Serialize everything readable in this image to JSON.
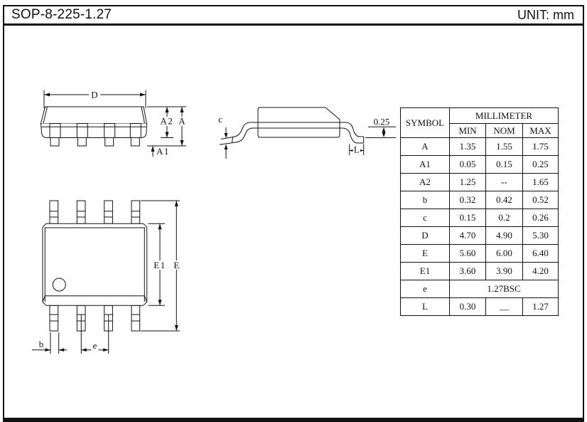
{
  "page": {
    "title": "SOP-8-225-1.27",
    "unit": "UNIT: mm"
  },
  "table": {
    "header": {
      "symbol": "SYMBOL",
      "millimeter": "MILLIMETER",
      "min": "MIN",
      "nom": "NOM",
      "max": "MAX"
    },
    "rows": [
      {
        "symbol": "A",
        "min": "1.35",
        "nom": "1.55",
        "max": "1.75"
      },
      {
        "symbol": "A1",
        "min": "0.05",
        "nom": "0.15",
        "max": "0.25"
      },
      {
        "symbol": "A2",
        "min": "1.25",
        "nom": "--",
        "max": "1.65"
      },
      {
        "symbol": "b",
        "min": "0.32",
        "nom": "0.42",
        "max": "0.52"
      },
      {
        "symbol": "c",
        "min": "0.15",
        "nom": "0.2",
        "max": "0.26"
      },
      {
        "symbol": "D",
        "min": "4.70",
        "nom": "4.90",
        "max": "5.30"
      },
      {
        "symbol": "E",
        "min": "5.60",
        "nom": "6.00",
        "max": "6.40"
      },
      {
        "symbol": "E1",
        "min": "3.60",
        "nom": "3.90",
        "max": "4.20"
      },
      {
        "symbol": "e",
        "span_value": "1.27BSC"
      },
      {
        "symbol": "L",
        "min": "0.30",
        "nom": "—",
        "max": "1.27"
      }
    ]
  },
  "front_view": {
    "labels": {
      "d": "D",
      "a2": "A2",
      "a": "A",
      "a1": "A1"
    }
  },
  "side_view": {
    "labels": {
      "c": "c",
      "standoff": "0.25",
      "l": "L"
    }
  },
  "top_view": {
    "labels": {
      "e1": "E1",
      "e_outer": "E",
      "b": "b",
      "pitch": "e"
    }
  }
}
